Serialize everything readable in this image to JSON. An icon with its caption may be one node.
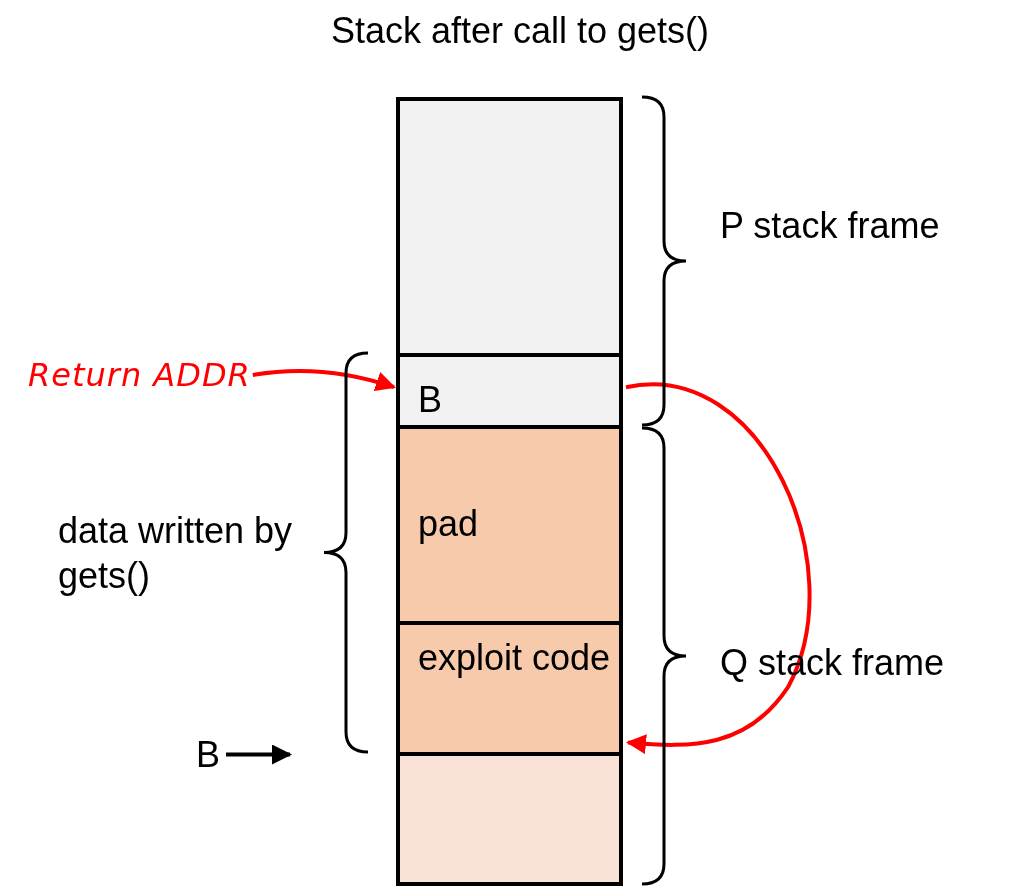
{
  "diagram": {
    "title": "Stack after call to gets()",
    "nodes": [
      {
        "text": [],
        "shape": "box"
      },
      {
        "text": [
          "B"
        ]
      },
      {
        "text": [
          "pad"
        ]
      },
      {
        "text": [
          "exploit code"
        ]
      },
      {
        "text": [],
        "shape": "box"
      },
      {
        "text": [
          "Return ADDR"
        ]
      },
      {
        "text": [
          "B"
        ]
      }
    ],
    "edges": [
      {
        "from": 5,
        "to": 1,
        "arrow": "to",
        "color": "#ff0000"
      },
      {
        "from": 6,
        "to": null,
        "arrow": "to",
        "color": "#000000"
      },
      {
        "from": 1,
        "to": 3,
        "arrow": "to",
        "color": "#ff0000"
      }
    ],
    "labels": [
      "P stack frame",
      "data written by gets()",
      "Q stack frame"
    ]
  }
}
